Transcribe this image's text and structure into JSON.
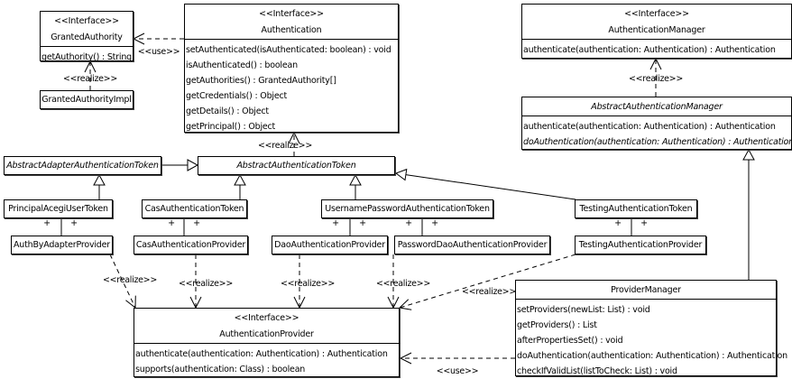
{
  "labels": {
    "interface": "<<Interface>>",
    "realize": "<<realize>>",
    "use": "<<use>>",
    "multiplicity": "+"
  },
  "classes": {
    "granted_authority": {
      "name": "GrantedAuthority",
      "ops": [
        "getAuthority() : String"
      ]
    },
    "granted_authority_impl": {
      "name": "GrantedAuthorityImpl"
    },
    "authentication": {
      "name": "Authentication",
      "ops": [
        "setAuthenticated(isAuthenticated: boolean) : void",
        "isAuthenticated() : boolean",
        "getAuthorities() : GrantedAuthority[]",
        "getCredentials() : Object",
        "getDetails() : Object",
        "getPrincipal() : Object"
      ]
    },
    "authentication_manager": {
      "name": "AuthenticationManager",
      "ops": [
        "authenticate(authentication: Authentication) : Authentication"
      ]
    },
    "abstract_authentication_manager": {
      "name": "AbstractAuthenticationManager",
      "ops": [
        "authenticate(authentication: Authentication) : Authentication",
        "doAuthentication(authentication: Authentication) : Authentication"
      ]
    },
    "abstract_adapter_authentication_token": {
      "name": "AbstractAdapterAuthenticationToken"
    },
    "abstract_authentication_token": {
      "name": "AbstractAuthenticationToken"
    },
    "principal_acegi_user_token": {
      "name": "PrincipalAcegiUserToken"
    },
    "cas_authentication_token": {
      "name": "CasAuthenticationToken"
    },
    "username_password_authentication_token": {
      "name": "UsernamePasswordAuthenticationToken"
    },
    "testing_authentication_token": {
      "name": "TestingAuthenticationToken"
    },
    "auth_by_adapter_provider": {
      "name": "AuthByAdapterProvider"
    },
    "cas_authentication_provider": {
      "name": "CasAuthenticationProvider"
    },
    "dao_authentication_provider": {
      "name": "DaoAuthenticationProvider"
    },
    "password_dao_authentication_provider": {
      "name": "PasswordDaoAuthenticationProvider"
    },
    "testing_authentication_provider": {
      "name": "TestingAuthenticationProvider"
    },
    "authentication_provider": {
      "name": "AuthenticationProvider",
      "ops": [
        "authenticate(authentication: Authentication) : Authentication",
        "supports(authentication: Class) : boolean"
      ]
    },
    "provider_manager": {
      "name": "ProviderManager",
      "ops": [
        "setProviders(newList: List) : void",
        "getProviders() : List",
        "afterPropertiesSet() : void",
        "doAuthentication(authentication: Authentication) : Authentication",
        "checkIfValidList(listToCheck: List) : void"
      ]
    }
  }
}
